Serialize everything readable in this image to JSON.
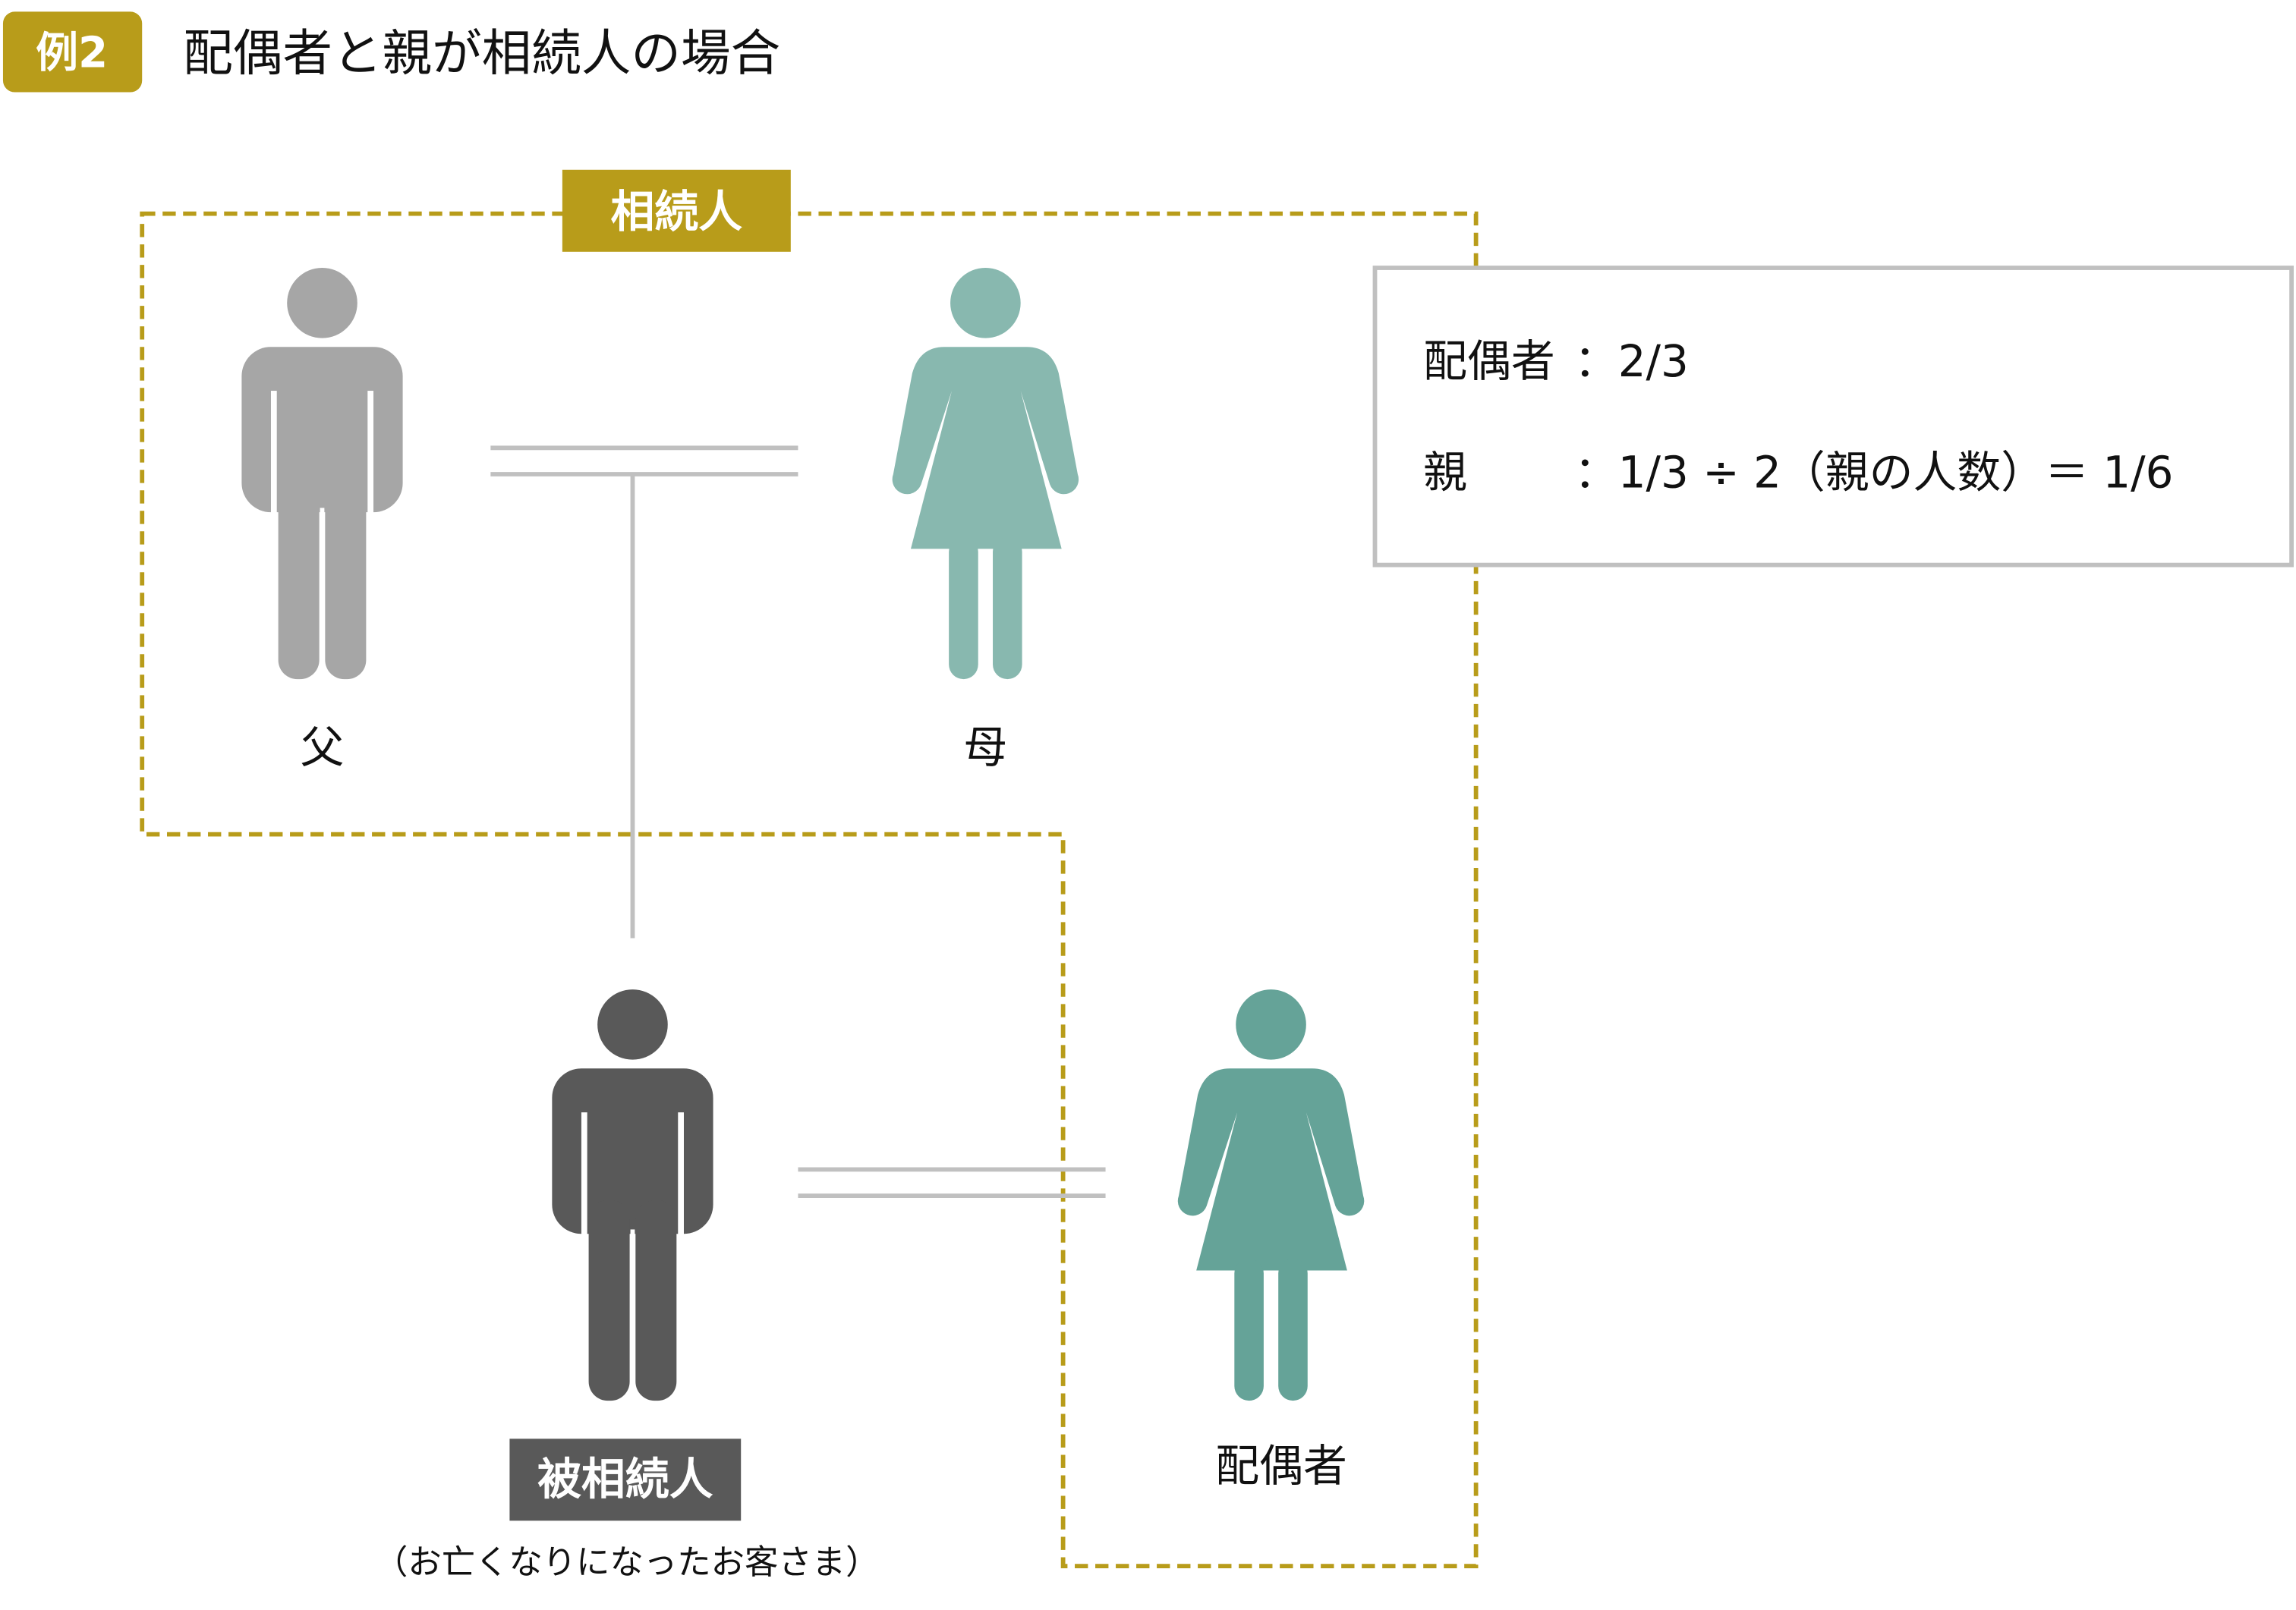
{
  "header": {
    "badge": "例2",
    "title": "配偶者と親が相続人の場合"
  },
  "heirs_label": "相続人",
  "people": {
    "father": {
      "label": "父",
      "color": "#a6a6a6"
    },
    "mother": {
      "label": "母",
      "color": "#88b8af"
    },
    "deceased": {
      "label": "被相続人",
      "sublabel": "（お亡くなりになったお客さま）",
      "color": "#595959"
    },
    "spouse": {
      "label": "配偶者",
      "color": "#65a398"
    }
  },
  "shares": {
    "spouse_name": "配偶者",
    "spouse_value": "：2/3",
    "parent_name": "親",
    "parent_value": "：1/3 ÷ 2（親の人数）＝ 1/6"
  },
  "colors": {
    "accent": "#b89c1a",
    "line": "#c0c0c0"
  }
}
